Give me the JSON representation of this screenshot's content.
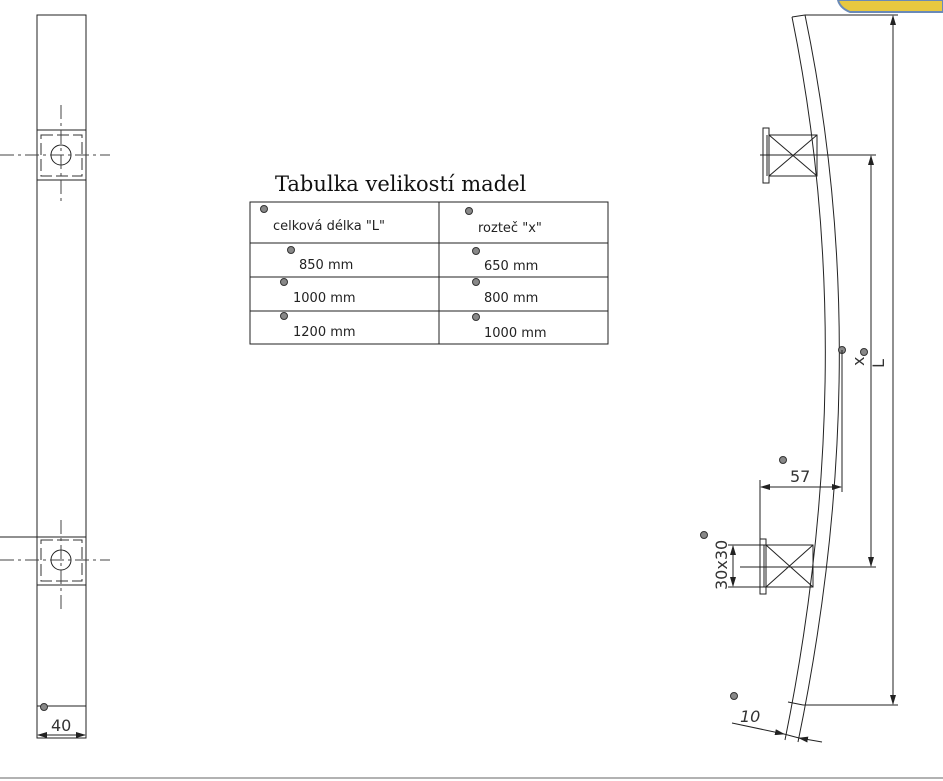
{
  "table": {
    "title": "Tabulka velikostí madel",
    "headers": [
      "celková délka \"L\"",
      "rozteč \"x\""
    ],
    "rows": [
      [
        "850 mm",
        "650 mm"
      ],
      [
        "1000 mm",
        "800 mm"
      ],
      [
        "1200 mm",
        "1000 mm"
      ]
    ]
  },
  "dimensions": {
    "width": "40",
    "offset": "57",
    "profile": "30x30",
    "thickness": "10",
    "length_label": "L",
    "spacing_label": "x"
  },
  "colors": {
    "line": "#222222",
    "pin": "#888888",
    "tab": "#e8c840"
  }
}
